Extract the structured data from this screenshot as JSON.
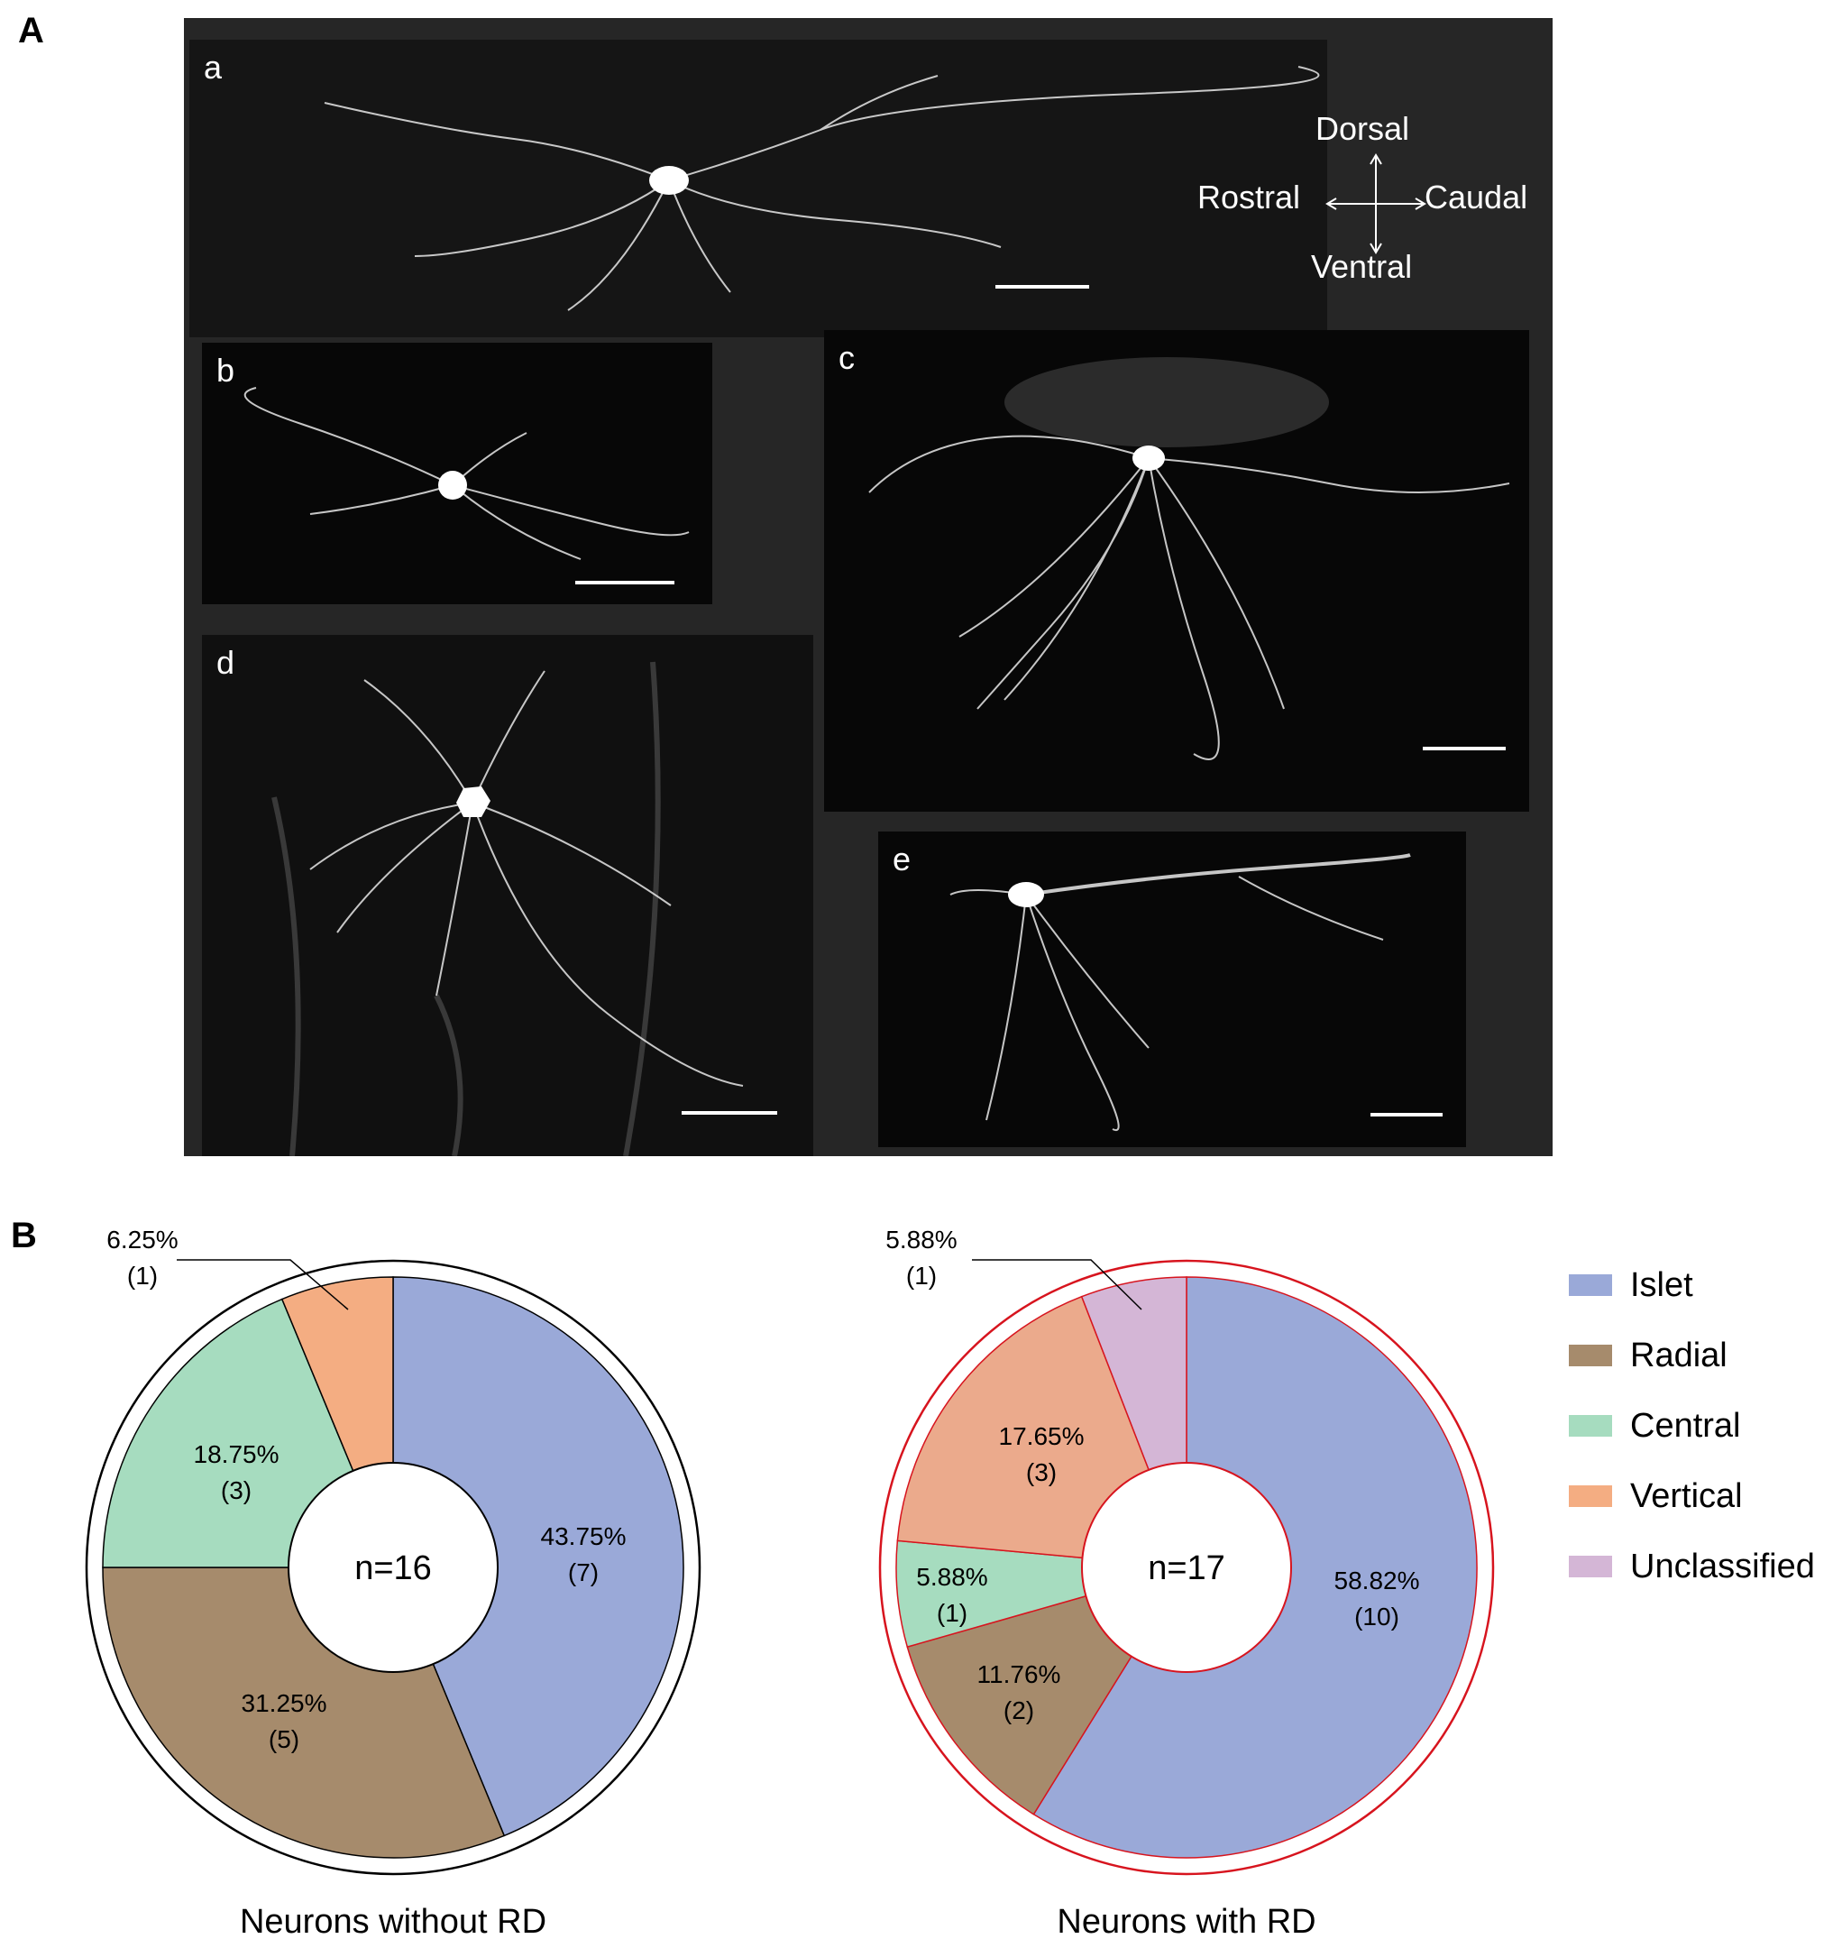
{
  "panel_labels": {
    "a_panel": "A",
    "b_panel": "B"
  },
  "micrographs": {
    "subpanels": [
      "a",
      "b",
      "c",
      "d",
      "e"
    ],
    "orientation": {
      "dorsal": "Dorsal",
      "ventral": "Ventral",
      "rostral": "Rostral",
      "caudal": "Caudal"
    }
  },
  "chart_data": [
    {
      "type": "pie",
      "title": "Neurons without RD",
      "center_label": "n=16",
      "border_color": "#000000",
      "slices": [
        {
          "name": "Islet",
          "percent": 43.75,
          "count": 7,
          "label": "43.75%",
          "count_label": "(7)",
          "color": "#9aa9d8"
        },
        {
          "name": "Radial",
          "percent": 31.25,
          "count": 5,
          "label": "31.25%",
          "count_label": "(5)",
          "color": "#a68b6c"
        },
        {
          "name": "Central",
          "percent": 18.75,
          "count": 3,
          "label": "18.75%",
          "count_label": "(3)",
          "color": "#a6dcbf"
        },
        {
          "name": "Vertical",
          "percent": 6.25,
          "count": 1,
          "label": "6.25%",
          "count_label": "(1)",
          "color": "#f4ad82"
        }
      ]
    },
    {
      "type": "pie",
      "title": "Neurons with RD",
      "center_label": "n=17",
      "border_color": "#d7141e",
      "slices": [
        {
          "name": "Islet",
          "percent": 58.82,
          "count": 10,
          "label": "58.82%",
          "count_label": "(10)",
          "color": "#9aa9d8"
        },
        {
          "name": "Radial",
          "percent": 11.76,
          "count": 2,
          "label": "11.76%",
          "count_label": "(2)",
          "color": "#a68b6c"
        },
        {
          "name": "Central",
          "percent": 5.88,
          "count": 1,
          "label": "5.88%",
          "count_label": "(1)",
          "color": "#a6dcbf"
        },
        {
          "name": "Vertical",
          "percent": 17.65,
          "count": 3,
          "label": "17.65%",
          "count_label": "(3)",
          "color": "#ebaa8c"
        },
        {
          "name": "Unclassified",
          "percent": 5.88,
          "count": 1,
          "label": "5.88%",
          "count_label": "(1)",
          "color": "#d4b6d6"
        }
      ]
    }
  ],
  "legend": [
    {
      "label": "Islet",
      "color": "#9aa9d8"
    },
    {
      "label": "Radial",
      "color": "#a68b6c"
    },
    {
      "label": "Central",
      "color": "#a6dcbf"
    },
    {
      "label": "Vertical",
      "color": "#f4ad82"
    },
    {
      "label": "Unclassified",
      "color": "#d4b6d6"
    }
  ]
}
